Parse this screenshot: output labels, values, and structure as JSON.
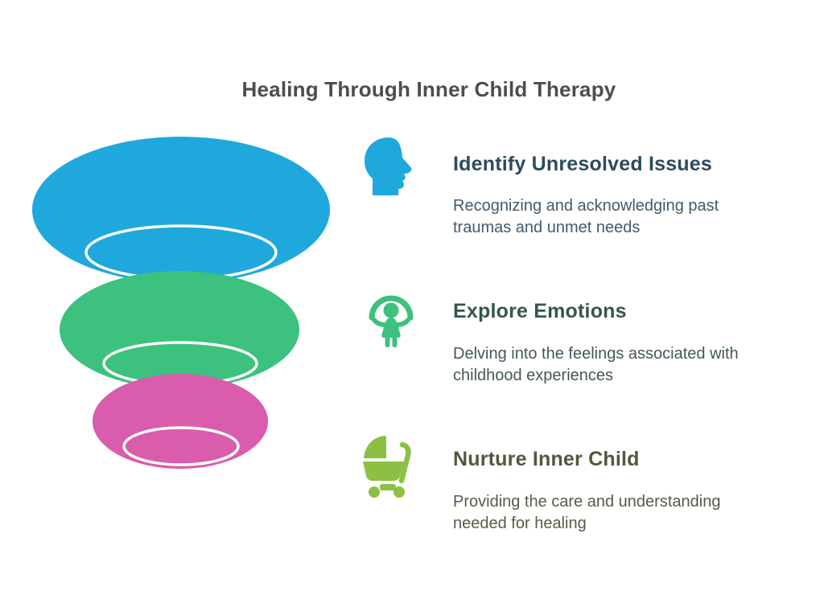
{
  "title": "Healing Through Inner Child Therapy",
  "title_color": "#4D4D4D",
  "funnel": {
    "ring_color": "#FFFFFF",
    "levels": [
      {
        "label": "top-level",
        "color": "#1FA8DB"
      },
      {
        "label": "middle-level",
        "color": "#3CC17E"
      },
      {
        "label": "bottom-level",
        "color": "#D95CAD"
      }
    ]
  },
  "sections": [
    {
      "icon": "head-profile-icon",
      "icon_color": "#1FA8DB",
      "heading": "Identify Unresolved Issues",
      "heading_color": "#2C4B5E",
      "body_color": "#455A68",
      "body_lines": [
        "Recognizing and acknowledging past",
        "traumas and unmet needs"
      ]
    },
    {
      "icon": "child-jump-rope-icon",
      "icon_color": "#3CC17E",
      "heading": "Explore Emotions",
      "heading_color": "#37564A",
      "body_color": "#445A4F",
      "body_lines": [
        "Delving into the feelings associated with",
        "childhood experiences"
      ]
    },
    {
      "icon": "baby-stroller-icon",
      "icon_color": "#8CC043",
      "heading": "Nurture Inner Child",
      "heading_color": "#54573B",
      "body_color": "#575B46",
      "body_lines": [
        "Providing the care and understanding",
        "needed for healing"
      ]
    }
  ]
}
